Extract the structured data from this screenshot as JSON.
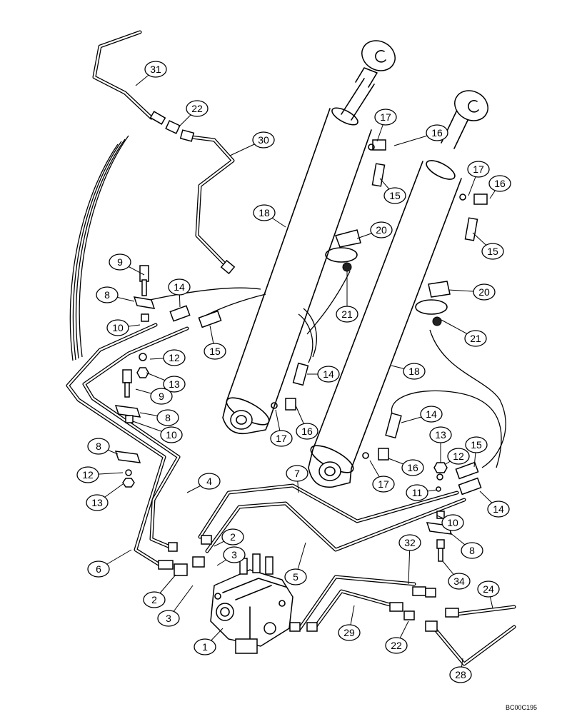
{
  "sheet_code": "BC00C195",
  "callouts": [
    {
      "label": "31",
      "name": "callout-31"
    },
    {
      "label": "22",
      "name": "callout-22-top"
    },
    {
      "label": "30",
      "name": "callout-30"
    },
    {
      "label": "17",
      "name": "callout-17-a"
    },
    {
      "label": "16",
      "name": "callout-16-a"
    },
    {
      "label": "17",
      "name": "callout-17-b"
    },
    {
      "label": "16",
      "name": "callout-16-b"
    },
    {
      "label": "15",
      "name": "callout-15-a"
    },
    {
      "label": "18",
      "name": "callout-18-a"
    },
    {
      "label": "20",
      "name": "callout-20-a"
    },
    {
      "label": "15",
      "name": "callout-15-b"
    },
    {
      "label": "21",
      "name": "callout-21-a"
    },
    {
      "label": "20",
      "name": "callout-20-b"
    },
    {
      "label": "21",
      "name": "callout-21-b"
    },
    {
      "label": "9",
      "name": "callout-9-a"
    },
    {
      "label": "8",
      "name": "callout-8-a"
    },
    {
      "label": "14",
      "name": "callout-14-a"
    },
    {
      "label": "10",
      "name": "callout-10-a"
    },
    {
      "label": "15",
      "name": "callout-15-c"
    },
    {
      "label": "12",
      "name": "callout-12-a"
    },
    {
      "label": "13",
      "name": "callout-13-a"
    },
    {
      "label": "9",
      "name": "callout-9-b"
    },
    {
      "label": "14",
      "name": "callout-14-b"
    },
    {
      "label": "18",
      "name": "callout-18-b"
    },
    {
      "label": "8",
      "name": "callout-8-b"
    },
    {
      "label": "10",
      "name": "callout-10-b"
    },
    {
      "label": "17",
      "name": "callout-17-c"
    },
    {
      "label": "16",
      "name": "callout-16-c"
    },
    {
      "label": "14",
      "name": "callout-14-c"
    },
    {
      "label": "8",
      "name": "callout-8-c"
    },
    {
      "label": "13",
      "name": "callout-13-b"
    },
    {
      "label": "15",
      "name": "callout-15-d"
    },
    {
      "label": "12",
      "name": "callout-12-b"
    },
    {
      "label": "12",
      "name": "callout-12-c"
    },
    {
      "label": "16",
      "name": "callout-16-d"
    },
    {
      "label": "4",
      "name": "callout-4"
    },
    {
      "label": "13",
      "name": "callout-13-c"
    },
    {
      "label": "7",
      "name": "callout-7"
    },
    {
      "label": "17",
      "name": "callout-17-d"
    },
    {
      "label": "11",
      "name": "callout-11"
    },
    {
      "label": "14",
      "name": "callout-14-d"
    },
    {
      "label": "10",
      "name": "callout-10-c"
    },
    {
      "label": "2",
      "name": "callout-2-a"
    },
    {
      "label": "3",
      "name": "callout-3-a"
    },
    {
      "label": "32",
      "name": "callout-32"
    },
    {
      "label": "6",
      "name": "callout-6"
    },
    {
      "label": "8",
      "name": "callout-8-d"
    },
    {
      "label": "5",
      "name": "callout-5"
    },
    {
      "label": "34",
      "name": "callout-34"
    },
    {
      "label": "2",
      "name": "callout-2-b"
    },
    {
      "label": "24",
      "name": "callout-24"
    },
    {
      "label": "3",
      "name": "callout-3-b"
    },
    {
      "label": "29",
      "name": "callout-29"
    },
    {
      "label": "1",
      "name": "callout-1"
    },
    {
      "label": "22",
      "name": "callout-22-bottom"
    },
    {
      "label": "28",
      "name": "callout-28"
    }
  ]
}
